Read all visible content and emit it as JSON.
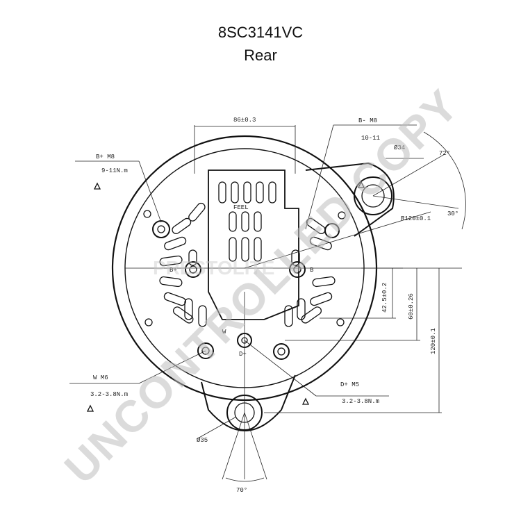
{
  "header": {
    "part_number": "8SC3141VC",
    "view": "Rear"
  },
  "dimensions": {
    "top_width": "86±0.3",
    "bplus_left": "B+ M8",
    "torque_left": "9-11N.m",
    "bminus": "B- M8",
    "torque_bminus": "10-11",
    "hole_top": "Ø34",
    "angle_72": "72°",
    "angle_30": "30°",
    "radius": "R120±0.1",
    "h_42": "42.5±0.2",
    "h_60": "60±0.26",
    "h_120": "120±0.1",
    "w_m6": "W M6",
    "torque_w": "3.2-3.8N.m",
    "dplus": "D+ M5",
    "torque_dplus": "3.2-3.8N.m",
    "hole_bottom": "Ø35",
    "angle_70": "70°",
    "label_bplus": "B+",
    "label_b": "B",
    "label_w": "W",
    "label_d": "D+",
    "label_feel": "FEEL"
  },
  "watermark": {
    "text": "UNCONTROLLED COPY",
    "brand": "PRESTOLITE"
  }
}
